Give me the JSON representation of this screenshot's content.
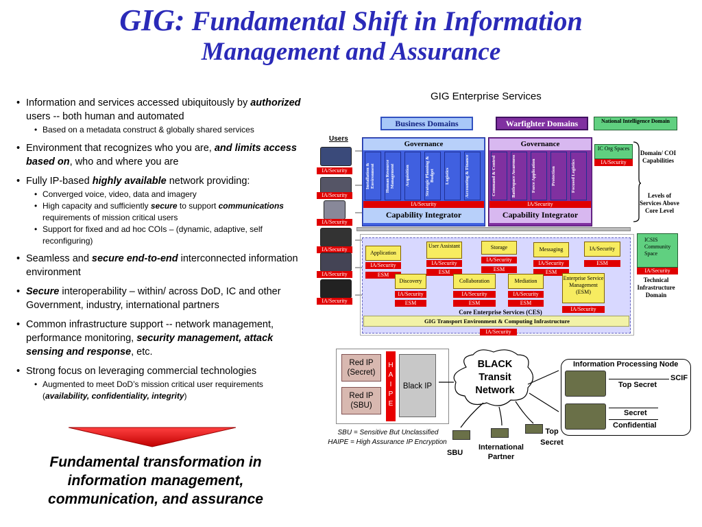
{
  "title": {
    "gig": "GIG:",
    "line1": "Fundamental Shift in Information",
    "line2": "Management and Assurance"
  },
  "bullets": {
    "b1_pre": "Information and services accessed ubiquitously by ",
    "b1_em": "authorized",
    "b1_post": " users -- both human and automated",
    "b1_s1": "Based on a metadata construct & globally shared services",
    "b2_pre": "Environment that recognizes who you are, ",
    "b2_em": "and limits access based on",
    "b2_post": ", who and where you are",
    "b3_pre": "Fully IP-based ",
    "b3_em": "highly available",
    "b3_post": " network providing:",
    "b3_s1": "Converged voice, video, data and imagery",
    "b3_s2_pre": "High capacity and sufficiently ",
    "b3_s2_em": "secure",
    "b3_s2_mid": " to support ",
    "b3_s2_em2": "communications",
    "b3_s2_post": " requirements of mission critical users",
    "b3_s3": "Support for fixed and ad hoc COIs – (dynamic, adaptive, self reconfiguring)",
    "b4_pre": "Seamless and ",
    "b4_em": "secure end-to-end",
    "b4_post": " interconnected information environment",
    "b5_em": "Secure",
    "b5_post": " interoperability – within/ across DoD, IC and other Government, industry, international partners",
    "b6_pre": "Common infrastructure support -- network management, performance monitoring, ",
    "b6_em": "security management, attack sensing and response",
    "b6_post": ", etc.",
    "b7": "Strong focus on leveraging commercial technologies",
    "b7_s1_pre": "Augmented to meet DoD’s mission critical user requirements (",
    "b7_s1_em": "availability, confidentiality, integrity",
    "b7_s1_post": ")"
  },
  "conclusion": "Fundamental transformation in information management, communication, and assurance",
  "diagram": {
    "header": "GIG Enterprise Services",
    "users": "Users",
    "ia": "IA/Security",
    "esm": "ESM",
    "business": "Business Domains",
    "warfighter": "Warfighter Domains",
    "national": "National Intelligence Domain",
    "governance": "Governance",
    "cap_integrator": "Capability Integrator",
    "business_cols": [
      "Installation & Environment",
      "Human Resource Management",
      "Acquisition",
      "Strategic Planning & Budget",
      "Logistics",
      "Accounting & Finance"
    ],
    "warfighter_cols": [
      "Command & Control",
      "Battlespace Awareness",
      "Force Application",
      "Protection",
      "Focused Logistics"
    ],
    "ic_org": "IC Org Spaces",
    "domain_coi": "Domain/ COI Capabilities",
    "levels": "Levels of Services Above Core Level",
    "icsis": "ICSIS Community Space",
    "tech_infra": "Technical Infrastructure Domain",
    "ces_top": [
      "Application",
      "User Assistant",
      "Storage",
      "Messaging",
      "IA/Security"
    ],
    "ces_bottom": [
      "Discovery",
      "Collaboration",
      "Mediation",
      "Enterprise Service Management (ESM)"
    ],
    "ces_label": "Core Enterprise Services (CES)",
    "transport": "GIG Transport Environment & Computing Infrastructure"
  },
  "network": {
    "red_secret": "Red IP (Secret)",
    "red_sbu": "Red IP (SBU)",
    "haipe": [
      "H",
      "A",
      "I",
      "P",
      "E"
    ],
    "black_ip": "Black IP",
    "black_transit": "BLACK Transit Network",
    "ipn": "Information Processing Node",
    "scif": "SCIF",
    "top_secret": "Top Secret",
    "secret": "Secret",
    "confidential": "Confidential",
    "note1": "SBU = Sensitive But Unclassified",
    "note2": "HAIPE = High Assurance IP Encryption",
    "sbu": "SBU",
    "intl": "International Partner",
    "top_secret2": "Top Secret"
  },
  "colors": {
    "title": "#2a2ab8",
    "red": "#e00000",
    "business": "#4060e0",
    "warfighter": "#8030a0",
    "ces": "#f7ec60"
  }
}
